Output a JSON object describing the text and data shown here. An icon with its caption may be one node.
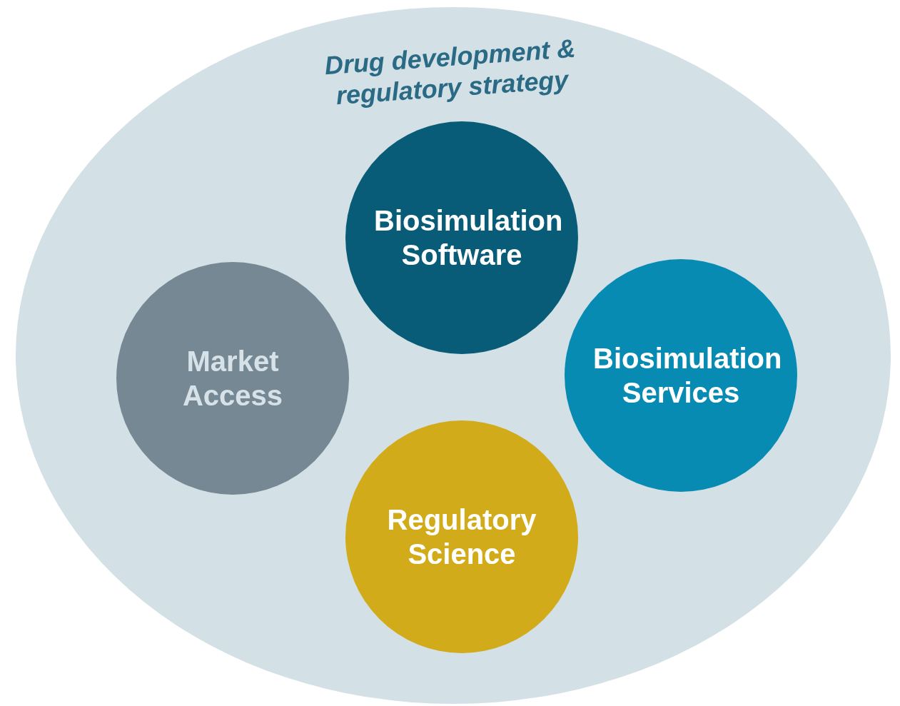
{
  "diagram": {
    "nodes": [
      {
        "text": [
          "Drug development & regulatory strategy"
        ]
      },
      {
        "text": [
          "Biosimulation Software"
        ],
        "in": 0
      },
      {
        "text": [
          "Market Access"
        ],
        "in": 0
      },
      {
        "text": [
          "Biosimulation Services"
        ],
        "in": 0
      },
      {
        "text": [
          "Regulatory Science"
        ],
        "in": 0
      }
    ]
  }
}
